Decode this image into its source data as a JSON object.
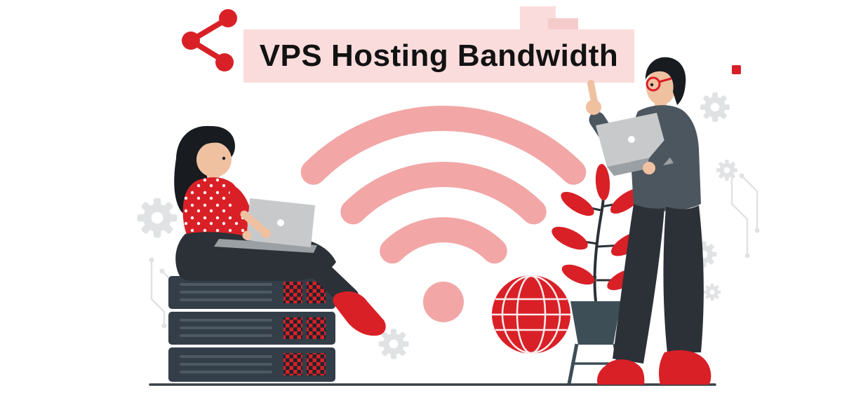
{
  "banner": {
    "title": "VPS Hosting Bandwidth"
  },
  "colors": {
    "accent_red": "#d92027",
    "banner_pink": "#fbdcdc",
    "banner_pink_deep": "#f5cccc",
    "wifi_pink": "#f2a6a6",
    "server_slate": "#333e48",
    "vent_gray": "#4d5a64",
    "led_dark": "#1d242b",
    "charcoal": "#2b3137",
    "hair_black": "#181b1f",
    "sweater_gray": "#4c565f",
    "laptop_gray": "#c7c9cb",
    "laptop_edge": "#9aa0a4",
    "skin": "#f0c1a1",
    "pot_teal": "#3d4e57",
    "decor_gray": "#e0e2e3",
    "ground_dark": "#3a4147",
    "white": "#ffffff",
    "text_black": "#121212"
  },
  "icons": {
    "share": "share-network-icon",
    "wifi": "wifi-signal-icon",
    "globe": "globe-icon",
    "gear": "gear-icon"
  },
  "figures": {
    "left": "woman-sitting-on-server-stack-with-laptop",
    "right": "man-standing-with-laptop-giving-thumbs-up"
  }
}
